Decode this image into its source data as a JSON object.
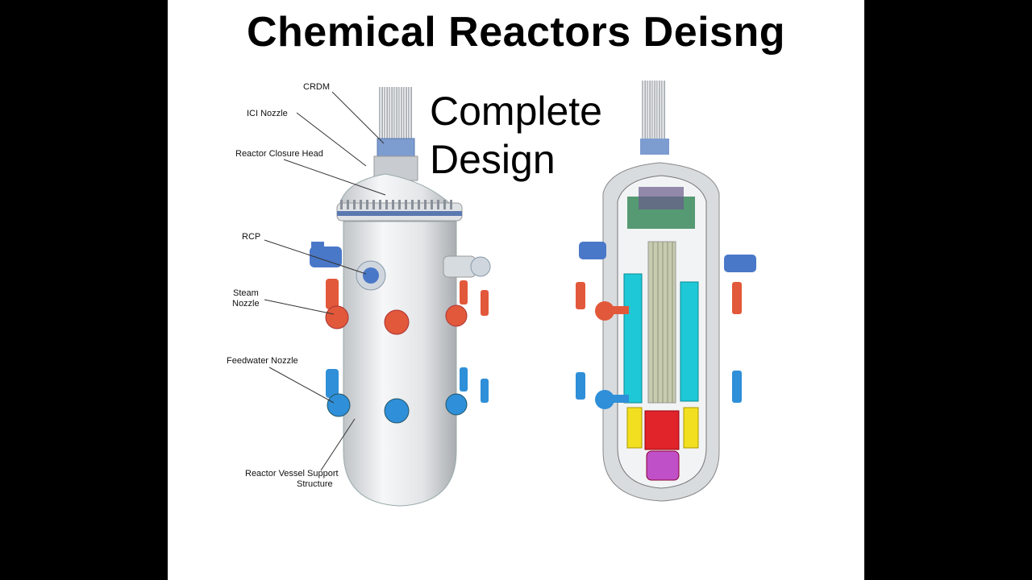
{
  "title": "Chemical Reactors Deisng",
  "subtitle": {
    "line1": "Complete",
    "line2": "Design"
  },
  "labels": {
    "crdm": "CRDM",
    "ici_nozzle": "ICI Nozzle",
    "closure_head": "Reactor Closure  Head",
    "rcp": "RCP",
    "steam_nozzle_1": "Steam",
    "steam_nozzle_2": "Nozzle",
    "feedwater_nozzle": "Feedwater Nozzle",
    "support_1": "Reactor Vessel Support",
    "support_2": "Structure"
  },
  "colors": {
    "steam_nozzle": "#e2583a",
    "feedwater_nozzle": "#2f8fd8",
    "vessel": "#e6e8ea",
    "rcp": "#4a78c8",
    "internals_cyan": "#1ec8d6",
    "internals_red": "#e0242a",
    "internals_yellow": "#f2e020",
    "internals_magenta": "#c050c8"
  }
}
